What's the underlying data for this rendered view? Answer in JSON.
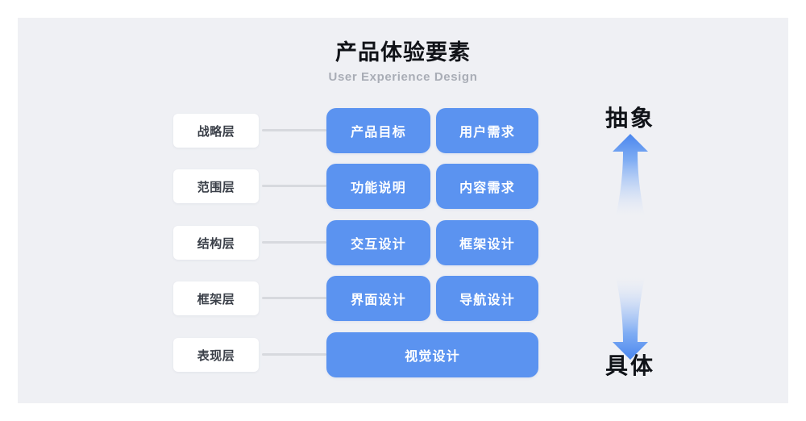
{
  "header": {
    "title": "产品体验要素",
    "subtitle": "User Experience Design"
  },
  "colors": {
    "background": "#eff0f4",
    "chip": "#5b93f0",
    "label_box": "#ffffff",
    "connector": "#d7d9de",
    "title_text": "#111318",
    "subtitle_text": "#a9adb6",
    "axis_text": "#101318"
  },
  "rows": [
    {
      "layer": "战略层",
      "chips": [
        "产品目标",
        "用户需求"
      ]
    },
    {
      "layer": "范围层",
      "chips": [
        "功能说明",
        "内容需求"
      ]
    },
    {
      "layer": "结构层",
      "chips": [
        "交互设计",
        "框架设计"
      ]
    },
    {
      "layer": "框架层",
      "chips": [
        "界面设计",
        "导航设计"
      ]
    },
    {
      "layer": "表现层",
      "chips": [
        "视觉设计"
      ]
    }
  ],
  "axis": {
    "top_label": "抽象",
    "bottom_label": "具体",
    "up_arrow_icon": "arrow-up-icon",
    "down_arrow_icon": "arrow-down-icon"
  }
}
